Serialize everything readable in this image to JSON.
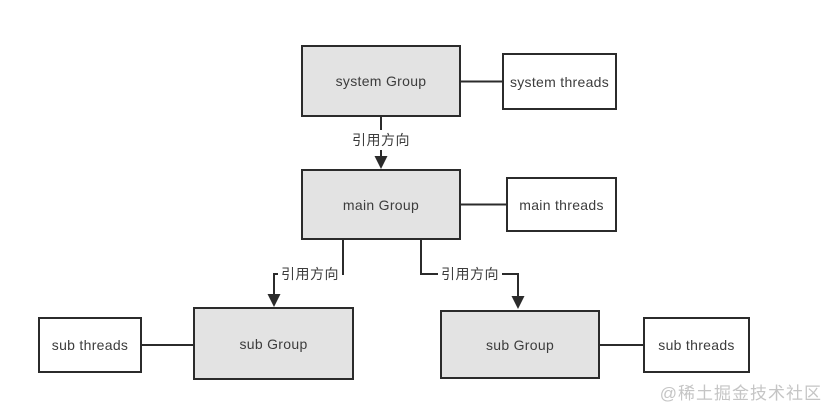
{
  "diagram": {
    "nodes": {
      "system_group": "system Group",
      "system_threads": "system threads",
      "main_group": "main Group",
      "main_threads": "main threads",
      "sub_group_left": "sub Group",
      "sub_threads_left": "sub threads",
      "sub_group_right": "sub Group",
      "sub_threads_right": "sub threads"
    },
    "edge_labels": {
      "system_to_main": "引用方向",
      "main_to_sub_left": "引用方向",
      "main_to_sub_right": "引用方向"
    },
    "watermark": "@稀土掘金技术社区",
    "colors": {
      "group_fill": "#e3e3e3",
      "threads_fill": "#ffffff",
      "stroke": "#2b2b2b",
      "text": "#3c3c3c",
      "watermark": "#c5c5c5"
    }
  }
}
